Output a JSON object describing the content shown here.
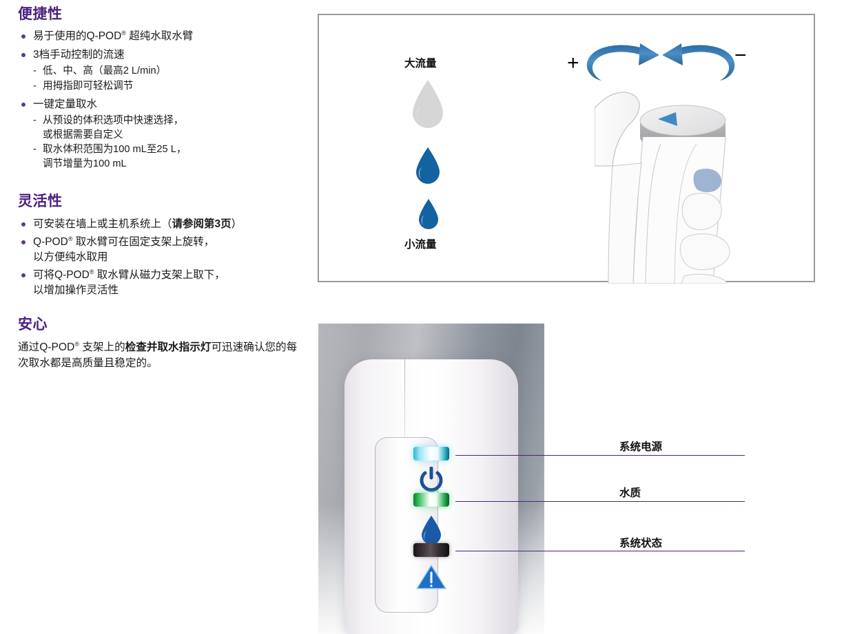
{
  "left_column": {
    "sections": [
      {
        "id": "convenience",
        "heading": "便捷性",
        "bullets": [
          {
            "text_pre": "易于使用的Q-POD",
            "sup": "®",
            "text_post": " 超纯水取水臂",
            "subs": []
          },
          {
            "text_pre": "3档手动控制的流速",
            "sup": "",
            "text_post": "",
            "subs": [
              "低、中、高（最高2 L/min）",
              "用拇指即可轻松调节"
            ]
          },
          {
            "text_pre": "一键定量取水",
            "sup": "",
            "text_post": "",
            "subs": [
              "从预设的体积选项中快速选择，",
              "或根据需要自定义",
              "取水体积范围为100 mL至25 L，",
              "调节增量为100 mL"
            ]
          }
        ]
      },
      {
        "id": "flexibility",
        "heading": "灵活性",
        "bullets": [
          {
            "text_pre": "可安装在墙上或主机系统上（",
            "sup": "",
            "bold_mid": "请参阅第3页",
            "text_post": "）",
            "subs": []
          },
          {
            "text_pre": "Q-POD",
            "sup": "®",
            "text_post": " 取水臂可在固定支架上旋转，",
            "cont": "以方便纯水取用",
            "subs": []
          },
          {
            "text_pre": "可将Q-POD",
            "sup": "®",
            "text_post": " 取水臂从磁力支架上取下，",
            "cont": "以增加操作灵活性",
            "subs": []
          }
        ]
      },
      {
        "id": "peace-of-mind",
        "heading": "安心",
        "paragraph": {
          "part1": "通过Q-POD",
          "sup": "®",
          "part2": " 支架上的",
          "bold": "检查并取水指示灯",
          "part3": "可迅速确认您的每次取水都是高质量且稳定的。"
        }
      }
    ]
  },
  "illustration_panel": {
    "high_flow_label": "大流量",
    "low_flow_label": "小流量",
    "plus_sign": "+",
    "minus_sign": "−",
    "drops": [
      {
        "name": "drop-large-grey",
        "size": "large",
        "color": "#d6d6d6"
      },
      {
        "name": "drop-medium-blue",
        "size": "medium",
        "color": "#1263a0"
      },
      {
        "name": "drop-small-blue",
        "size": "small",
        "color": "#1263a0"
      }
    ],
    "rotation_arrows": {
      "name": "rotation-arrows",
      "color": "#3d7fb8",
      "left_direction": "clockwise",
      "right_direction": "counterclockwise"
    },
    "hand_graphic": {
      "name": "hand-gripping-dispenser",
      "knob_indicator_color": "#3d8ac4"
    }
  },
  "photo_panel": {
    "device_name": "q-pod-dispenser-head",
    "indicators": [
      {
        "name": "system-power-led",
        "color": "#36bdd4",
        "icon": "power-icon"
      },
      {
        "name": "water-quality-led",
        "color": "#2bb455",
        "icon": "droplet-icon"
      },
      {
        "name": "system-status-led",
        "color": "#2a2428",
        "icon": "warning-triangle-icon"
      }
    ]
  },
  "callouts": [
    {
      "id": "system-power",
      "label": "系统电源"
    },
    {
      "id": "water-quality",
      "label": "水质"
    },
    {
      "id": "system-status",
      "label": "系统状态"
    }
  ],
  "colors": {
    "heading_purple": "#4a2080",
    "bullet_purple": "#5b3a8e",
    "leader_line_purple": "#4a2080",
    "panel_border_grey": "#9a9a9a",
    "accent_blue": "#1263a0",
    "arrow_blue": "#3d7fb8"
  }
}
